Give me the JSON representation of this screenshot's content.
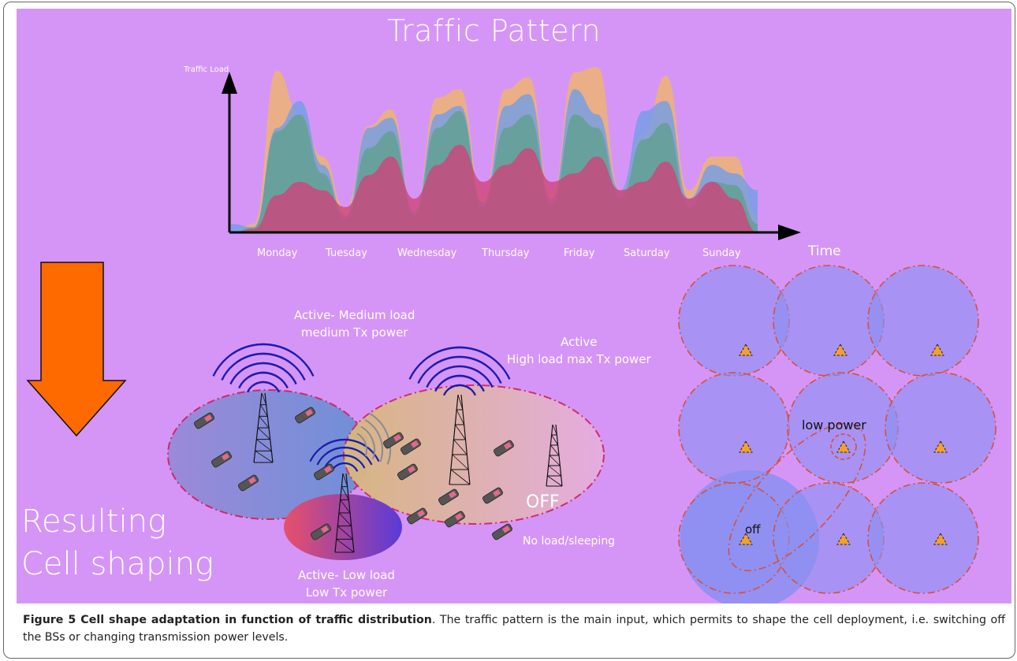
{
  "chart_data": {
    "type": "area",
    "title": "Traffic Pattern",
    "ylabel": "Traffic Load",
    "xlabel": "Time",
    "categories": [
      "Monday",
      "Tuesday",
      "Wednesday",
      "Thursday",
      "Friday",
      "Saturday",
      "Sunday"
    ],
    "grid": false,
    "legend": "none",
    "series": [
      {
        "color": "#f0b668",
        "values": [
          0.0,
          0.05,
          0.96,
          0.7,
          0.45,
          0.14,
          0.63,
          0.73,
          0.12,
          0.8,
          0.85,
          0.2,
          0.85,
          0.92,
          0.22,
          0.95,
          0.98,
          0.25,
          0.58,
          0.93,
          0.25,
          0.45,
          0.45,
          0.1
        ]
      },
      {
        "color": "#6e9ee8",
        "values": [
          0.05,
          0.03,
          0.62,
          0.78,
          0.4,
          0.1,
          0.62,
          0.68,
          0.12,
          0.7,
          0.75,
          0.18,
          0.75,
          0.82,
          0.2,
          0.85,
          0.7,
          0.25,
          0.72,
          0.78,
          0.2,
          0.4,
          0.35,
          0.25
        ]
      },
      {
        "color": "#5fa090",
        "values": [
          0.0,
          0.03,
          0.6,
          0.7,
          0.35,
          0.08,
          0.5,
          0.6,
          0.1,
          0.62,
          0.72,
          0.15,
          0.62,
          0.7,
          0.16,
          0.7,
          0.62,
          0.2,
          0.55,
          0.65,
          0.15,
          0.3,
          0.28,
          0.05
        ]
      },
      {
        "color": "#d0417a",
        "values": [
          0.0,
          0.02,
          0.22,
          0.3,
          0.25,
          0.15,
          0.34,
          0.45,
          0.2,
          0.4,
          0.52,
          0.3,
          0.4,
          0.5,
          0.3,
          0.35,
          0.45,
          0.25,
          0.3,
          0.42,
          0.2,
          0.3,
          0.2,
          0.0
        ]
      }
    ]
  },
  "diagram": {
    "title": "Traffic Pattern",
    "ylabel": "Traffic Load",
    "xlabel": "Time",
    "days": [
      "Monday",
      "Tuesday",
      "Wednesday",
      "Thursday",
      "Friday",
      "Saturday",
      "Sunday"
    ],
    "result_line1": "Resulting",
    "result_line2": "Cell shaping",
    "medium_line1": "Active- Medium load",
    "medium_line2": "medium Tx power",
    "high_line1": "Active",
    "high_line2": "High load max Tx power",
    "off_label": "OFF",
    "off_sub": "No load/sleeping",
    "low_line1": "Active- Low load",
    "low_line2": "Low Tx power",
    "grid_low_power": "low power",
    "grid_off": "off",
    "arrow_color": "#ff6a00"
  },
  "caption": {
    "label": "Figure 5 Cell shape adaptation in function of traffic distribution",
    "text": ". The traffic pattern is the main input, which permits to shape the cell deployment, i.e. switching off the BSs or changing transmission power levels."
  }
}
